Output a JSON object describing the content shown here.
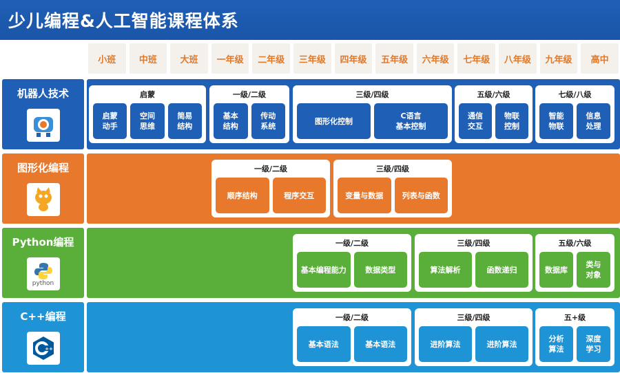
{
  "title": "少儿编程&人工智能课程体系",
  "grades": [
    "小班",
    "中班",
    "大班",
    "一年级",
    "二年级",
    "三年级",
    "四年级",
    "五年级",
    "六年级",
    "七年级",
    "八年级",
    "九年级",
    "高中"
  ],
  "rows": {
    "robot": {
      "label": "机器人技术",
      "logo_icon": "robot-icon",
      "color": "#1f5fb5",
      "groups": [
        {
          "title": "启蒙",
          "items": [
            "启蒙\n动手",
            "空间\n思维",
            "简易\n结构"
          ]
        },
        {
          "title": "一级/二级",
          "items": [
            "基本\n结构",
            "传动\n系统"
          ]
        },
        {
          "title": "三级/四级",
          "items": [
            "图形化控制",
            "C语言\n基本控制"
          ]
        },
        {
          "title": "五级/六级",
          "items": [
            "通信\n交互",
            "物联\n控制"
          ]
        },
        {
          "title": "七级/八级",
          "items": [
            "智能\n物联",
            "信息\n处理"
          ]
        }
      ]
    },
    "scratch": {
      "label": "图形化编程",
      "logo_icon": "scratch-cat-icon",
      "color": "#e8792c",
      "groups": [
        {
          "title": "一级/二级",
          "items": [
            "顺序结构",
            "程序交互"
          ]
        },
        {
          "title": "三级/四级",
          "items": [
            "变量与数据",
            "列表与函数"
          ]
        }
      ]
    },
    "python": {
      "label": "Python编程",
      "logo_icon": "python-logo-icon",
      "logo_text": "python",
      "color": "#5aae3a",
      "groups": [
        {
          "title": "一级/二级",
          "items": [
            "基本编程能力",
            "数据类型"
          ]
        },
        {
          "title": "三级/四级",
          "items": [
            "算法解析",
            "函数递归"
          ]
        },
        {
          "title": "五级/六级",
          "items": [
            "数据库",
            "类与\n对象"
          ]
        }
      ]
    },
    "cpp": {
      "label": "C++编程",
      "logo_icon": "cpp-logo-icon",
      "color": "#1e93d6",
      "groups": [
        {
          "title": "一级/二级",
          "items": [
            "基本语法",
            "基本语法"
          ]
        },
        {
          "title": "三级/四级",
          "items": [
            "进阶算法",
            "进阶算法"
          ]
        },
        {
          "title": "五+级",
          "items": [
            "分析\n算法",
            "深度\n学习"
          ]
        }
      ]
    }
  }
}
